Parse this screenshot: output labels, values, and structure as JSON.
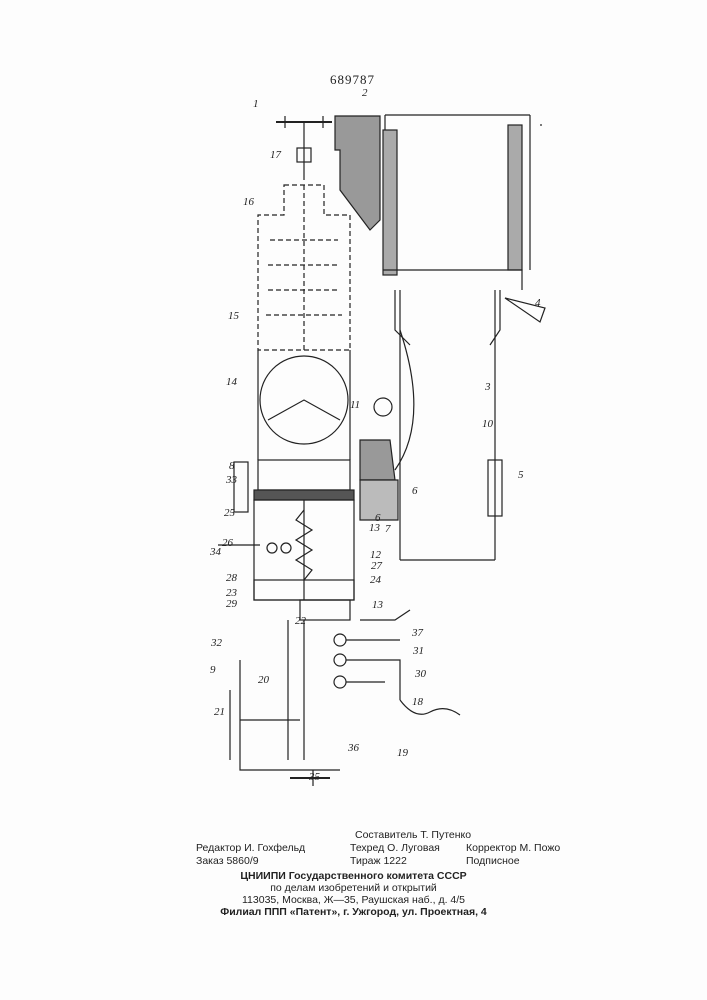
{
  "patent_number": "689787",
  "labels": {
    "l1": "1",
    "l2": "2",
    "l3": "3",
    "l4": "4",
    "l5": "5",
    "l6a": "6",
    "l6b": "6",
    "l7": "7",
    "l8": "8",
    "l9": "9",
    "l10": "10",
    "l11": "11",
    "l12": "12",
    "l13a": "13",
    "l13b": "13",
    "l14": "14",
    "l15": "15",
    "l16": "16",
    "l17": "17",
    "l18": "18",
    "l19": "19",
    "l20": "20",
    "l21": "21",
    "l22": "22",
    "l23": "23",
    "l24": "24",
    "l25": "25",
    "l26": "26",
    "l27": "27",
    "l28": "28",
    "l29": "29",
    "l30": "30",
    "l31": "31",
    "l32": "32",
    "l33": "33",
    "l34": "34",
    "l35": "35",
    "l36": "36",
    "l37": "37"
  },
  "footer": {
    "compiler": "Составитель Т. Путенко",
    "editor": "Редактор И. Гохфельд",
    "techred": "Техред О. Луговая",
    "corrector": "Корректор М. Пожо",
    "order": "Заказ 5860/9",
    "circulation": "Тираж 1222",
    "subscription": "Подписное",
    "org1": "ЦНИИПИ Государственного комитета СССР",
    "org2": "по делам изобретений и открытий",
    "address": "113035, Москва, Ж—35, Раушская наб., д. 4/5",
    "branch": "Филиал ППП «Патент», г. Ужгород, ул. Проектная, 4"
  }
}
